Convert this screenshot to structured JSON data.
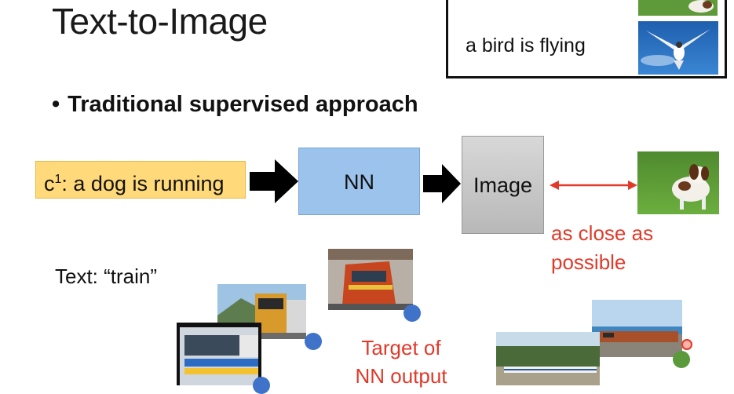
{
  "slide": {
    "title": "Text-to-Image",
    "bullet": "Traditional supervised approach",
    "example_caption": "a bird is flying",
    "condition_prefix": "c",
    "condition_superscript": "1",
    "condition_text": ": a dog is running",
    "nn_label": "NN",
    "image_label": "Image",
    "close_line1": "as close as",
    "close_line2": "possible",
    "text_train": "Text: “train”",
    "target_line1": "Target of",
    "target_line2": "NN output"
  },
  "colors": {
    "accent_red": "#e03a2a",
    "condition_fill": "#ffd97a",
    "nn_fill": "#9cc3ec",
    "image_fill": "#c8c8c8",
    "marker_blue": "#3f72c9",
    "marker_green": "#5a9a3a"
  }
}
